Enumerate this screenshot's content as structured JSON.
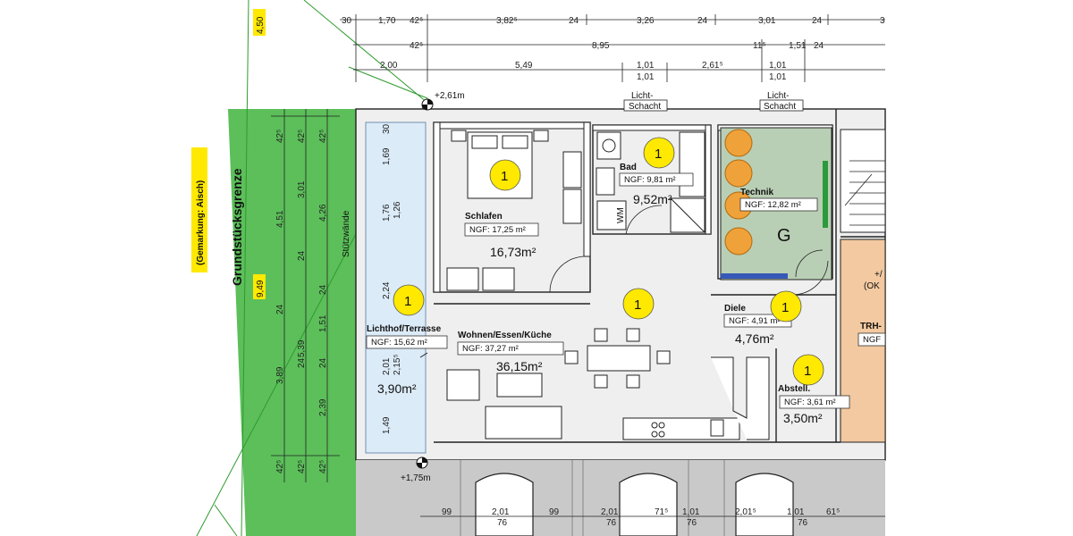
{
  "top_dimensions": {
    "row1": [
      "30",
      "1,70",
      "42⁵",
      "3,82⁵",
      "24",
      "3,26",
      "24",
      "3,01",
      "24",
      "3"
    ],
    "row2": [
      "42⁵",
      "8,95",
      "11⁵",
      "1,51",
      "24"
    ],
    "row3": [
      "2,00",
      "5,49",
      "1,01",
      "1,01",
      "2,61⁵",
      "1,01",
      "1,01"
    ]
  },
  "bottom_dimensions": [
    "99",
    "2,01",
    "76",
    "99",
    "2,01",
    "76",
    "71⁵",
    "1,01",
    "76",
    "2,01⁵",
    "1,01",
    "76",
    "61⁵"
  ],
  "elevations": {
    "top": "+2,61m",
    "bottom": "+1,75m"
  },
  "plot": {
    "boundary_label": "Grundstücksgrenze",
    "gemarkung": "(Gemarkung: Aisch)",
    "width_tag": "9,49",
    "top_tag": "4,50",
    "walls_label": "Stützwände"
  },
  "vertical_dimensions": {
    "outer_left": [
      "42⁵",
      "4,51",
      "24",
      "3,89",
      "42⁵"
    ],
    "mid_left": [
      "42⁵",
      "3,01",
      "24",
      "5,39",
      "24",
      "42⁵"
    ],
    "inner_left": [
      "42⁵",
      "4,26",
      "24",
      "1,51",
      "24",
      "2,39",
      "42⁵"
    ],
    "terrace": [
      "30",
      "1,69",
      "1,76",
      "2,24",
      "2,01",
      "1,49"
    ],
    "terrace_inner": [
      "1,26",
      "2,15⁵"
    ]
  },
  "shafts": [
    {
      "line1": "Licht-",
      "line2": "Schacht"
    },
    {
      "line1": "Licht-",
      "line2": "Schacht"
    }
  ],
  "rooms": {
    "terrace": {
      "name": "Lichthof/Terrasse",
      "ngf": "NGF:  15,62 m²",
      "area": "3,90m²",
      "badge": "1"
    },
    "schlafen": {
      "name": "Schlafen",
      "ngf": "NGF: 17,25 m²",
      "area": "16,73m²",
      "badge": "1"
    },
    "wohnen": {
      "name": "Wohnen/Essen/Küche",
      "ngf": "NGF:         37,27 m²",
      "area": "36,15m²",
      "badge": "1"
    },
    "bad": {
      "name": "Bad",
      "ngf": "NGF: 9,81 m²",
      "area": "9,52m²",
      "badge": "1",
      "wm": "WM"
    },
    "technik": {
      "name": "Technik",
      "ngf": "NGF: 12,82 m²",
      "marker": "G"
    },
    "diele": {
      "name": "Diele",
      "ngf": "NGF: 4,91 m²",
      "area": "4,76m²",
      "badge": "1"
    },
    "abstell": {
      "name": "Abstell.",
      "ngf": "NGF: 3,61 m²",
      "area": "3,50m²",
      "badge": "1"
    },
    "trh": {
      "name": "TRH-",
      "ngf": "NGF",
      "note1": "+/",
      "note2": "(OK"
    }
  },
  "colors": {
    "plot_green": "#5cbf5a",
    "terrace_blue": "#dcebf8",
    "technik_green": "#b9cfb5",
    "badge_yellow": "#ffe900",
    "boiler_orange": "#f0a23a",
    "garage_gray": "#c9c9c9",
    "neighbor_tan": "#f2c9a0"
  }
}
